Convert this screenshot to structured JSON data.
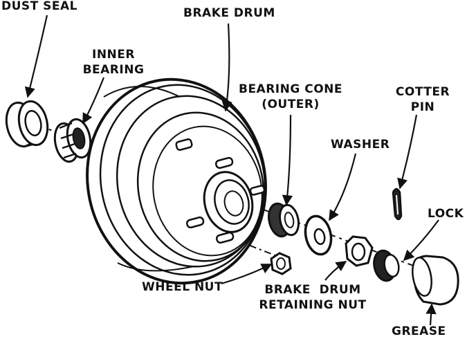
{
  "labels": {
    "dust_seal": "DUST SEAL",
    "brake_drum": "BRAKE DRUM",
    "inner_bearing_1": "INNER",
    "inner_bearing_2": "BEARING",
    "bearing_cone_1": "BEARING CONE",
    "bearing_cone_2": "(OUTER)",
    "cotter_pin_1": "COTTER",
    "cotter_pin_2": "PIN",
    "washer": "WASHER",
    "lock": "LOCK",
    "wheel_nut": "WHEEL NUT",
    "retaining_nut_1": "BRAKE  DRUM",
    "retaining_nut_2": "RETAINING NUT",
    "grease": "GREASE"
  }
}
